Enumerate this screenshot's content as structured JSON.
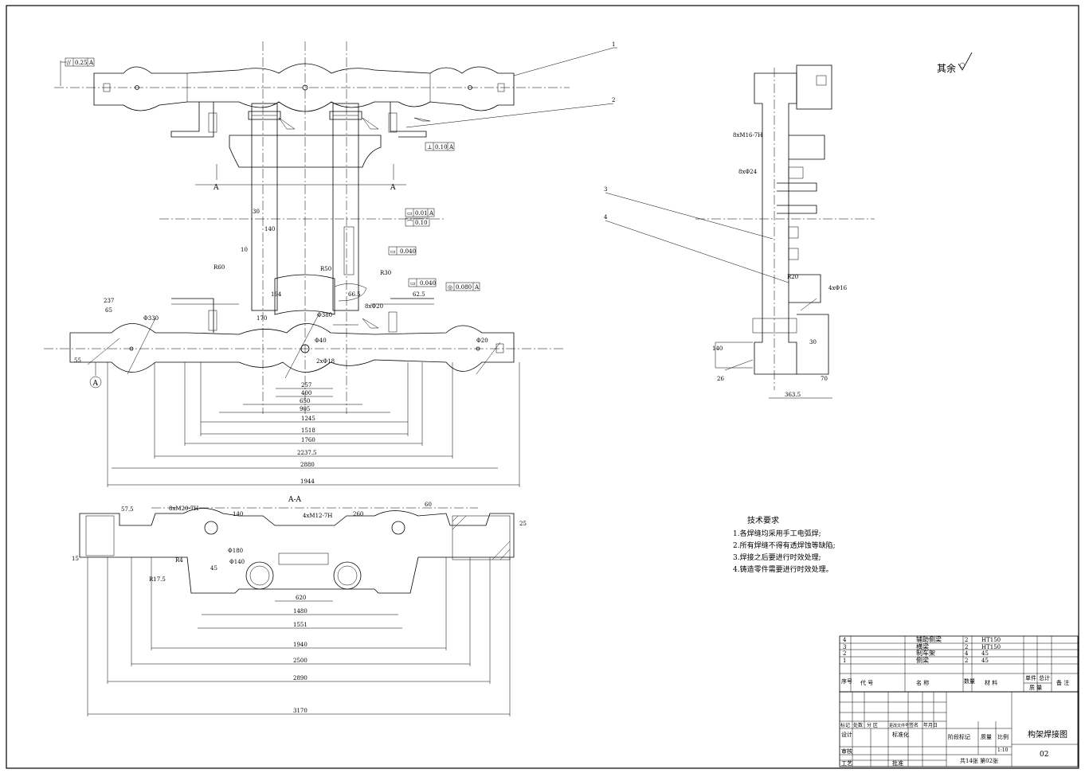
{
  "roughness_note": "其余",
  "section_label": "A-A",
  "section_marker": "A",
  "datum_label": "A",
  "tech_requirements": {
    "title": "技术要求",
    "items": [
      "1.各焊缝均采用手工电弧焊;",
      "2.所有焊缝不得有透焊蚀等缺陷;",
      "3.焊接之后要进行时效处理;",
      "4.铸造零件需要进行时效处理。"
    ]
  },
  "balloons": [
    "1",
    "2",
    "3",
    "4"
  ],
  "tolerances": [
    {
      "sym": "//",
      "val": "0.25",
      "ref": "A"
    },
    {
      "sym": "⊥",
      "val": "0.10",
      "ref": "A"
    },
    {
      "sym": "▭",
      "val": "0.01",
      "ref": "A"
    },
    {
      "sym": "⌒",
      "val": "0.10",
      "ref": ""
    },
    {
      "sym": "▭",
      "val": "0.040",
      "ref": ""
    },
    {
      "sym": "▭",
      "val": "0.040",
      "ref": ""
    },
    {
      "sym": "◎",
      "val": "0.080",
      "ref": "A"
    }
  ],
  "plan_dims": {
    "bottom": [
      "257",
      "400",
      "650",
      "905",
      "1245",
      "1518",
      "1760",
      "2237.5",
      "2880",
      "1944"
    ],
    "misc": [
      "R60",
      "R50",
      "R30",
      "66.5",
      "62.5",
      "194",
      "170",
      "Φ330",
      "Φ380",
      "Φ40",
      "Φ20",
      "2xΦ18",
      "8xΦ20",
      "237",
      "65",
      "55",
      "140",
      "10",
      "30"
    ]
  },
  "section_dims": {
    "bottom": [
      "620",
      "1480",
      "1551",
      "1940",
      "2500",
      "2890",
      "3170"
    ],
    "misc": [
      "8xM20-7H",
      "4xM12-7H",
      "R17.5",
      "R4",
      "Φ180",
      "Φ140",
      "140",
      "260",
      "57.5",
      "45",
      "15",
      "25",
      "60"
    ]
  },
  "side_dims": {
    "misc": [
      "8xM16-7H",
      "8xΦ24",
      "R20",
      "4xΦ16",
      "363.5",
      "140",
      "70",
      "30",
      "26"
    ]
  },
  "parts_list": {
    "rows": [
      {
        "no": "4",
        "name": "辅助侧梁",
        "qty": "2",
        "material": "HT150"
      },
      {
        "no": "3",
        "name": "横梁",
        "qty": "2",
        "material": "HT150"
      },
      {
        "no": "2",
        "name": "制车架",
        "qty": "4",
        "material": "45"
      },
      {
        "no": "1",
        "name": "侧梁",
        "qty": "2",
        "material": "45"
      }
    ],
    "header": {
      "no": "序号",
      "code": "代 号",
      "name": "名 称",
      "qty": "数量",
      "material": "材 料",
      "unit": "单件",
      "total": "总计",
      "mass": "质 量",
      "note": "备 注"
    }
  },
  "title_block": {
    "drawing_title": "构架焊接图",
    "drawing_no": "02",
    "revision_header": [
      "标记",
      "处数",
      "分 区",
      "更改文件号",
      "签名",
      "年月日"
    ],
    "design": "设计",
    "standard": "标准化",
    "review": "审核",
    "process": "工艺",
    "approve": "批准",
    "stage": "阶段标记",
    "mass": "质量",
    "scale_label": "比例",
    "scale": "1:10",
    "sheets": "共14张  第02张"
  }
}
